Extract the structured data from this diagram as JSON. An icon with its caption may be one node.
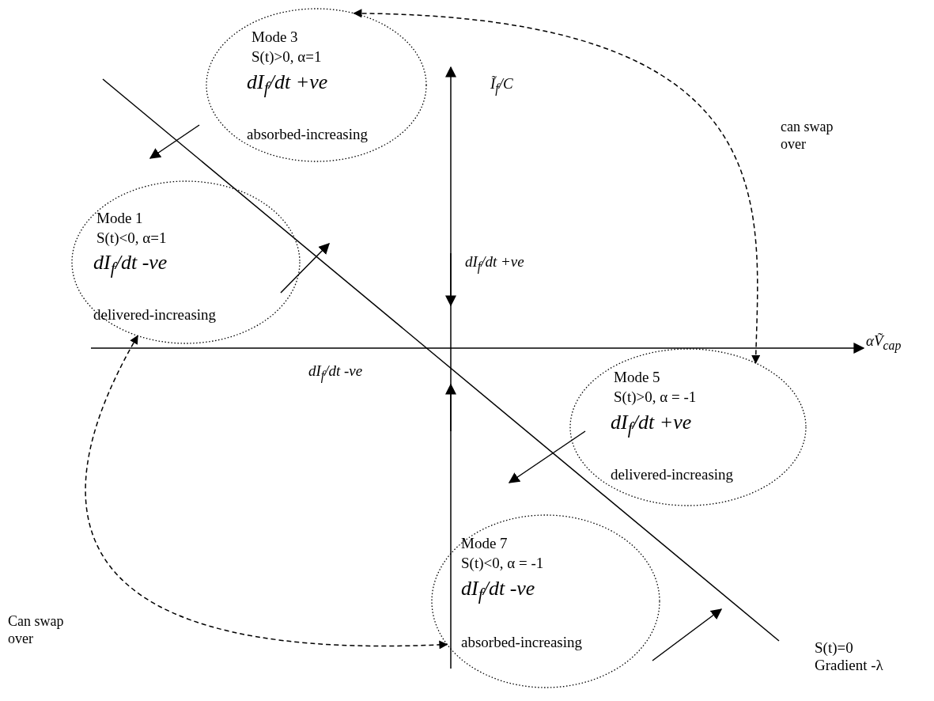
{
  "diagram": {
    "nodes": [
      {
        "text": [
          "Mode 3",
          "S(t)>0, α=1",
          "dI$_{f}$/dt +ve",
          "absorbed-increasing"
        ]
      },
      {
        "text": [
          "Mode 1",
          "S(t)<0, α=1",
          "dI$_{f}$/dt -ve",
          "delivered-increasing"
        ]
      },
      {
        "text": [
          "Mode 5",
          "S(t)>0, α = -1",
          "dI$_{f}$/dt +ve",
          "delivered-increasing"
        ]
      },
      {
        "text": [
          "Mode 7",
          "S(t)<0, α = -1",
          "dI$_{f}$/dt -ve",
          "absorbed-increasing"
        ]
      }
    ],
    "edges": [
      {
        "from": 0,
        "to": 2,
        "arrow": "both",
        "style": "dashed",
        "label": "can swap over"
      },
      {
        "from": 1,
        "to": 3,
        "arrow": "both",
        "style": "dashed",
        "label": "Can swap over"
      }
    ],
    "labels": [
      "Ĩ$_{f}$/C",
      "dI$_{f}$/dt +ve",
      "αṼ$_{cap}$",
      "dI$_{f}$/dt -ve",
      "S(t)=0 Gradient -λ"
    ]
  }
}
